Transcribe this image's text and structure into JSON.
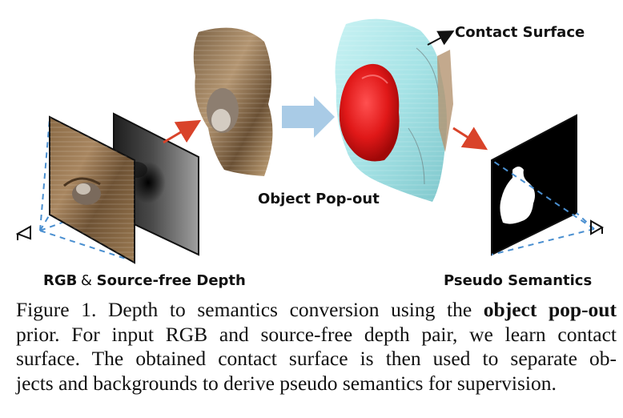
{
  "figure": {
    "labels": {
      "rgb_part": "RGB",
      "amp": "&",
      "depth_part": "Source-free Depth",
      "object_popout": "Object Pop-out",
      "contact_surface": "Contact Surface",
      "pseudo_semantics": "Pseudo Semantics"
    },
    "colors": {
      "red_arrow": "#d9432a",
      "blue_arrow": "#a9cbe6",
      "dashed_frustum": "#4a8fd0",
      "popout_red": "#e01818",
      "contact_cyan": "#a6e3e6"
    }
  },
  "caption": {
    "line1_pre": "Figure 1.  Depth to semantics conversion using the ",
    "line1_bold": "object pop-out",
    "line2": "prior. For input RGB and source-free depth pair, we learn contact",
    "line3": "surface. The obtained contact surface is then used to separate ob-",
    "line4": "jects and backgrounds to derive pseudo semantics for supervision."
  }
}
